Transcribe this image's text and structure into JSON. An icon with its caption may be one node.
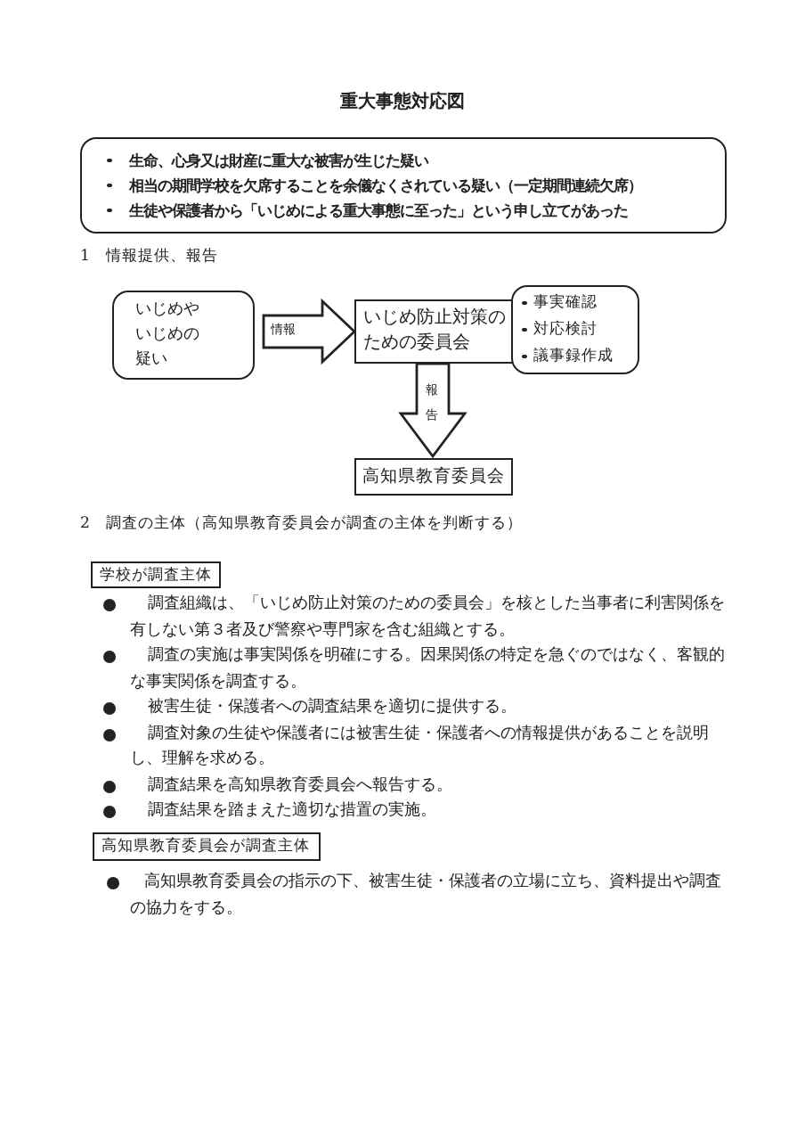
{
  "diagram": {
    "title": "重大事態対応図",
    "nodes": [
      {
        "text": [
          "生命、心身又は財産に重大な被害が生じた疑い",
          "相当の期間学校を欠席することを余儀なくされている疑い（一定期間連続欠席）",
          "生徒や保護者から「いじめによる重大事態に至った」という申し立てがあった"
        ]
      },
      {
        "text": [
          "いじめやいじめの疑い"
        ]
      },
      {
        "text": [
          "いじめ防止対策のための委員会"
        ]
      },
      {
        "text": [
          "事実確認",
          "対応検討",
          "議事録作成"
        ]
      },
      {
        "text": [
          "高知県教育委員会"
        ]
      },
      {
        "text": [
          "学校が調査主体"
        ]
      },
      {
        "text": [
          "高知県教育委員会が調査主体"
        ]
      }
    ],
    "edges": [
      {
        "from": 1,
        "to": 2,
        "arrow": "to",
        "label": "情報"
      },
      {
        "from": 2,
        "to": 4,
        "arrow": "to",
        "label": "報告"
      }
    ],
    "labels": [
      "1　情報提供、報告",
      "2　調査の主体（高知県教育委員会が調査の主体を判断する）",
      "調査組織は、「いじめ防止対策のための委員会」を核とした当事者に利害関係を有しない第３者及び警察や専門家を含む組織とする。",
      "調査の実施は事実関係を明確にする。因果関係の特定を急ぐのではなく、客観的な事実関係を調査する。",
      "被害生徒・保護者への調査結果を適切に提供する。",
      "調査対象の生徒や保護者には被害生徒・保護者への情報提供があることを説明し、理解を求める。",
      "調査結果を高知県教育委員会へ報告する。",
      "調査結果を踏まえた適切な措置の実施。",
      "高知県教育委員会の指示の下、被害生徒・保護者の立場に立ち、資料提出や調査の協力をする。"
    ]
  }
}
